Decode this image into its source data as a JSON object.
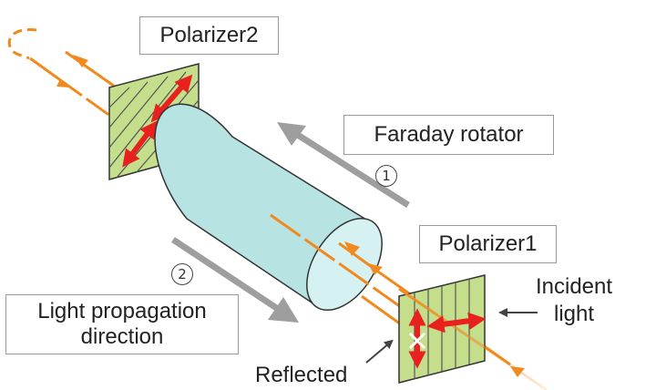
{
  "labels": {
    "polarizer2": "Polarizer2",
    "polarizer1": "Polarizer1",
    "faraday_rotator": "Faraday rotator",
    "incident_light_line1": "Incident",
    "incident_light_line2": "light",
    "propagation_line1": "Light propagation",
    "propagation_line2": "direction",
    "reflected": "Reflected",
    "marker_1": "1",
    "marker_2": "2"
  },
  "colors": {
    "beam": "#F08A1E",
    "polarization_arrow": "#E8211E",
    "polarizer_fill": "#C5DE8C",
    "rotator_body": "#B7E3E3",
    "direction_arrow": "#9E9E9E",
    "reflected_mark": "#FFFFFF"
  }
}
